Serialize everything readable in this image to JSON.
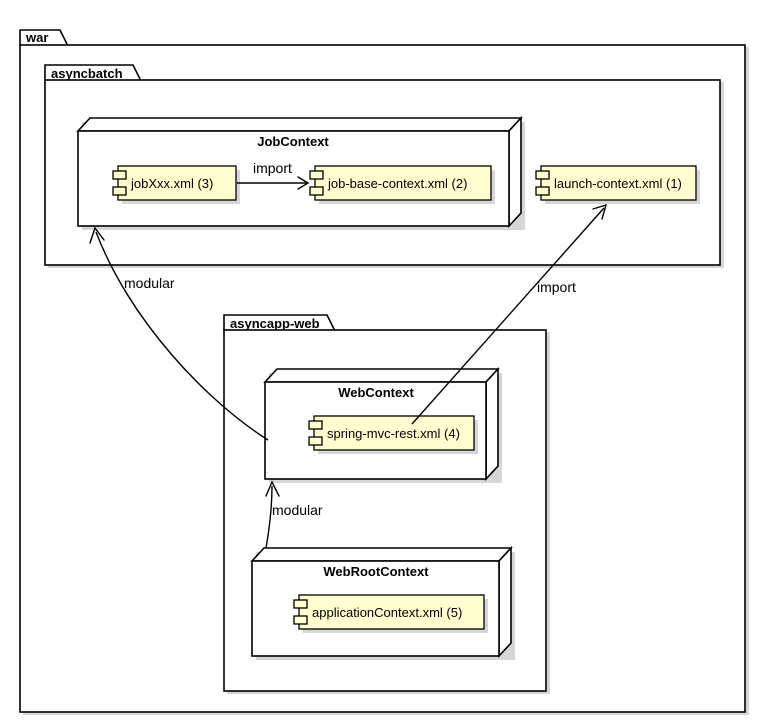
{
  "diagram": {
    "type": "uml-component-diagram",
    "colors": {
      "component_fill": "#FEFECE",
      "package_fill": "#FFFFFF",
      "stroke": "#000000",
      "background": "#FFFFFF"
    }
  },
  "packages": [
    {
      "id": "war",
      "label": "war"
    },
    {
      "id": "asyncbatch",
      "label": "asyncbatch"
    },
    {
      "id": "asyncapp-web",
      "label": "asyncapp-web"
    }
  ],
  "nodes": [
    {
      "id": "jobcontext",
      "label": "JobContext"
    },
    {
      "id": "webcontext",
      "label": "WebContext"
    },
    {
      "id": "webrootcontext",
      "label": "WebRootContext"
    }
  ],
  "components": [
    {
      "id": "jobxxx",
      "label": "jobXxx.xml (3)",
      "number": 3
    },
    {
      "id": "job-base-context",
      "label": "job-base-context.xml (2)",
      "number": 2
    },
    {
      "id": "launch-context",
      "label": "launch-context.xml (1)",
      "number": 1
    },
    {
      "id": "spring-mvc-rest",
      "label": "spring-mvc-rest.xml (4)",
      "number": 4
    },
    {
      "id": "application-context",
      "label": "applicationContext.xml (5)",
      "number": 5
    }
  ],
  "edges": [
    {
      "id": "e1",
      "label": "import",
      "from": "jobxxx",
      "to": "job-base-context"
    },
    {
      "id": "e2",
      "label": "import",
      "from": "spring-mvc-rest",
      "to": "launch-context"
    },
    {
      "id": "e3",
      "label": "modular",
      "from": "webcontext",
      "to": "jobcontext"
    },
    {
      "id": "e4",
      "label": "modular",
      "from": "webrootcontext",
      "to": "webcontext"
    }
  ]
}
